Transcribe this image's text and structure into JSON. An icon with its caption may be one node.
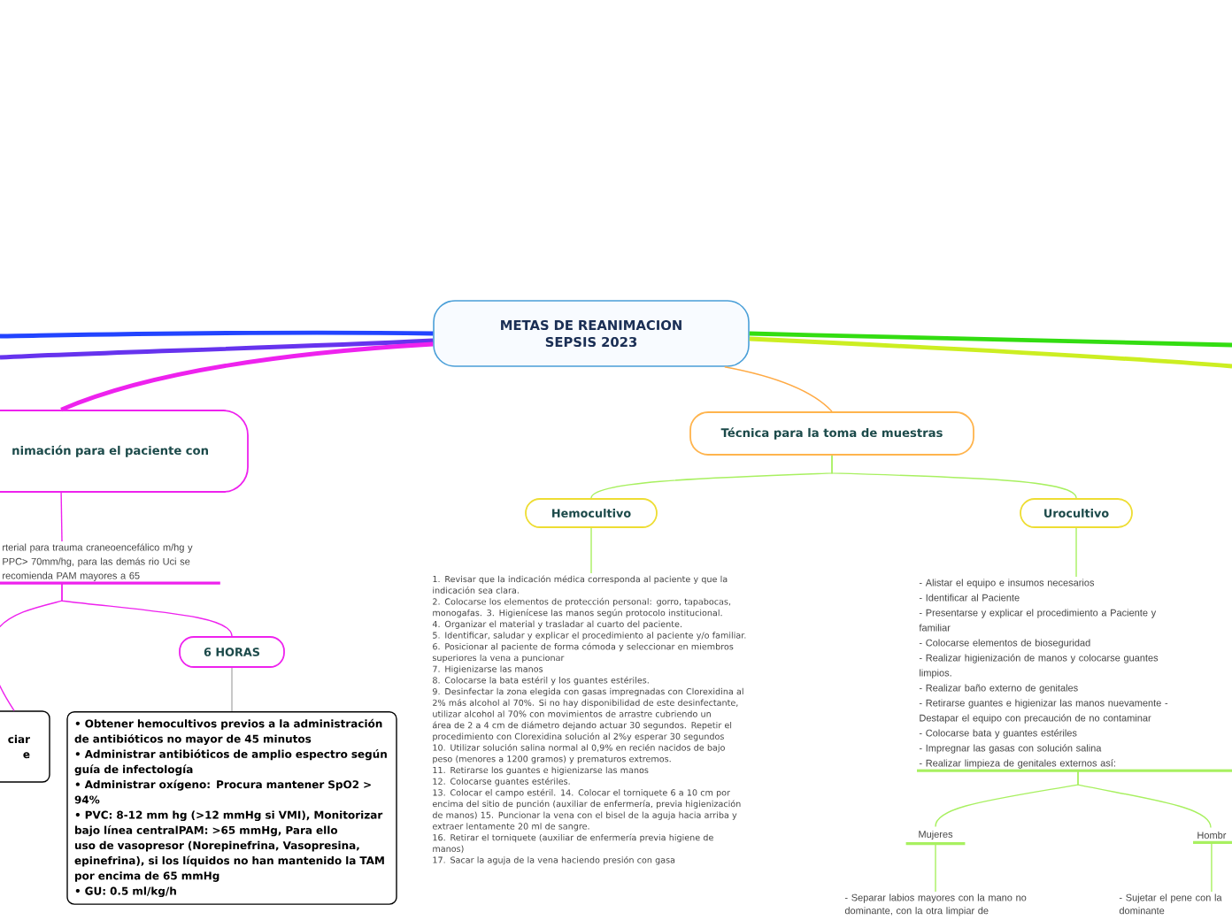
{
  "diagram": {
    "nodes": [
      {
        "text": [
          "METAS DE REANIMACION SEPSIS 2023"
        ]
      },
      {
        "text": [
          "nimación para el paciente con"
        ]
      },
      {
        "text": [
          "rterial para trauma craneoencefálico m/hg y PPC> 70mm/hg, para las demás rio Uci se recomienda PAM mayores a 65"
        ]
      },
      {
        "text": [
          "ciar e"
        ]
      },
      {
        "text": [
          "6 HORAS"
        ]
      },
      {
        "text": [
          "• Obtener hemocultivos previos a la administración de antibióticos no mayor de 45 minutos",
          "• Administrar antibióticos de amplio espectro según guía de infectología",
          "• Administrar oxígeno: Procura mantener SpO2 > 94%",
          "• PVC: 8-12 mm hg (>12 mmHg si VMI), Monitorizar bajo línea centralPAM: >65 mmHg, Para ello uso de vasopresor (Norepinefrina, Vasopresina, epinefrina), si los líquidos no han mantenido la TAM por encima de 65 mmHg",
          "• GU: 0.5 ml/kg/h"
        ]
      },
      {
        "text": [
          "Técnica para la toma de muestras"
        ]
      },
      {
        "text": [
          "Hemocultivo"
        ]
      },
      {
        "text": [
          "1. Revisar que la indicación médica corresponda al paciente y que la indicación sea clara.",
          "2. Colocarse los elementos de protección personal: gorro, tapabocas, monogafas. 3. Higienícese las manos según protocolo institucional.",
          "4. Organizar el material y trasladar al cuarto del paciente.",
          "5. Identificar, saludar y explicar el procedimiento al paciente y/o familiar. 6. Posicionar al paciente de forma cómoda y seleccionar en miembros superiores la vena a puncionar",
          "7. Higienizarse las manos",
          "8. Colocarse la bata estéril y los guantes estériles.",
          "9. Desinfectar la zona elegida con gasas impregnadas con Clorexidina al 2% más alcohol al 70%. Si no hay disponibilidad de este desinfectante, utilizar alcohol al 70% con movimientos de arrastre cubriendo un área de 2 a 4 cm de diámetro dejando actuar 30 segundos. Repetir el procedimiento con Clorexidina solución al 2%y esperar 30 segundos",
          "10. Utilizar solución salina normal al 0,9% en recién nacidos de bajo peso (menores a 1200 gramos) y prematuros extremos.",
          "11. Retirarse los guantes e higienizarse las manos",
          "12. Colocarse guantes estériles.",
          "13. Colocar el campo estéril. 14. Colocar el torniquete 6 a 10 cm por encima del sitio de punción (auxiliar de enfermería, previa higienización de manos) 15. Puncionar la vena con el bisel de la aguja hacia arriba y extraer lentamente 20 ml de sangre.",
          "16. Retirar el torniquete (auxiliar de enfermería previa higiene de manos)",
          "17. Sacar la aguja de la vena haciendo presión con gasa"
        ]
      },
      {
        "text": [
          "Urocultivo"
        ]
      },
      {
        "text": [
          "- Alistar el equipo e insumos necesarios",
          "- Identificar al Paciente",
          "- Presentarse y explicar el procedimiento a Paciente y familiar",
          "- Colocarse elementos de bioseguridad",
          "- Realizar higienización de manos y colocarse guantes limpios.",
          "- Realizar baño externo de genitales",
          "- Retirarse guantes e higienizar las manos nuevamente - Destapar el equipo con precaución de no contaminar",
          "- Colocarse bata y guantes estériles",
          "- Impregnar las gasas con solución salina",
          "- Realizar limpieza de genitales externos así:"
        ]
      },
      {
        "text": [
          "Mujeres"
        ]
      },
      {
        "text": [
          "Hombr"
        ]
      },
      {
        "text": [
          "- Separar labios mayores con la mano no dominante, con la otra limpiar de"
        ]
      },
      {
        "text": [
          "- Sujetar el pene con la dominante"
        ]
      }
    ],
    "edges": [
      {
        "from": 0,
        "to": null,
        "arrow": "none",
        "style": "thick",
        "color": "#2244ff"
      },
      {
        "from": 0,
        "to": null,
        "arrow": "none",
        "style": "thick",
        "color": "#6633ee"
      },
      {
        "from": 0,
        "to": 1,
        "arrow": "none",
        "style": "thick",
        "color": "#ee22ee"
      },
      {
        "from": 0,
        "to": null,
        "arrow": "none",
        "style": "thick",
        "color": "#33dd11"
      },
      {
        "from": 0,
        "to": null,
        "arrow": "none",
        "style": "thick",
        "color": "#ccee22"
      },
      {
        "from": 0,
        "to": 6,
        "arrow": "none",
        "color": "#ffaa44"
      },
      {
        "from": 1,
        "to": 2,
        "arrow": "none",
        "color": "#ee22ee"
      },
      {
        "from": 2,
        "to": 3,
        "arrow": "none",
        "color": "#ee22ee"
      },
      {
        "from": 2,
        "to": 4,
        "arrow": "none",
        "color": "#ee22ee"
      },
      {
        "from": 4,
        "to": 5,
        "arrow": "none",
        "color": "#b0b0b0"
      },
      {
        "from": 6,
        "to": 7,
        "arrow": "none"
      },
      {
        "from": 6,
        "to": 9,
        "arrow": "none"
      },
      {
        "from": 7,
        "to": 8,
        "arrow": "none"
      },
      {
        "from": 9,
        "to": 10,
        "arrow": "none"
      },
      {
        "from": 10,
        "to": 11,
        "arrow": "none"
      },
      {
        "from": 10,
        "to": 12,
        "arrow": "none"
      },
      {
        "from": 11,
        "to": 13,
        "arrow": "none"
      },
      {
        "from": 12,
        "to": 14,
        "arrow": "none"
      }
    ]
  }
}
